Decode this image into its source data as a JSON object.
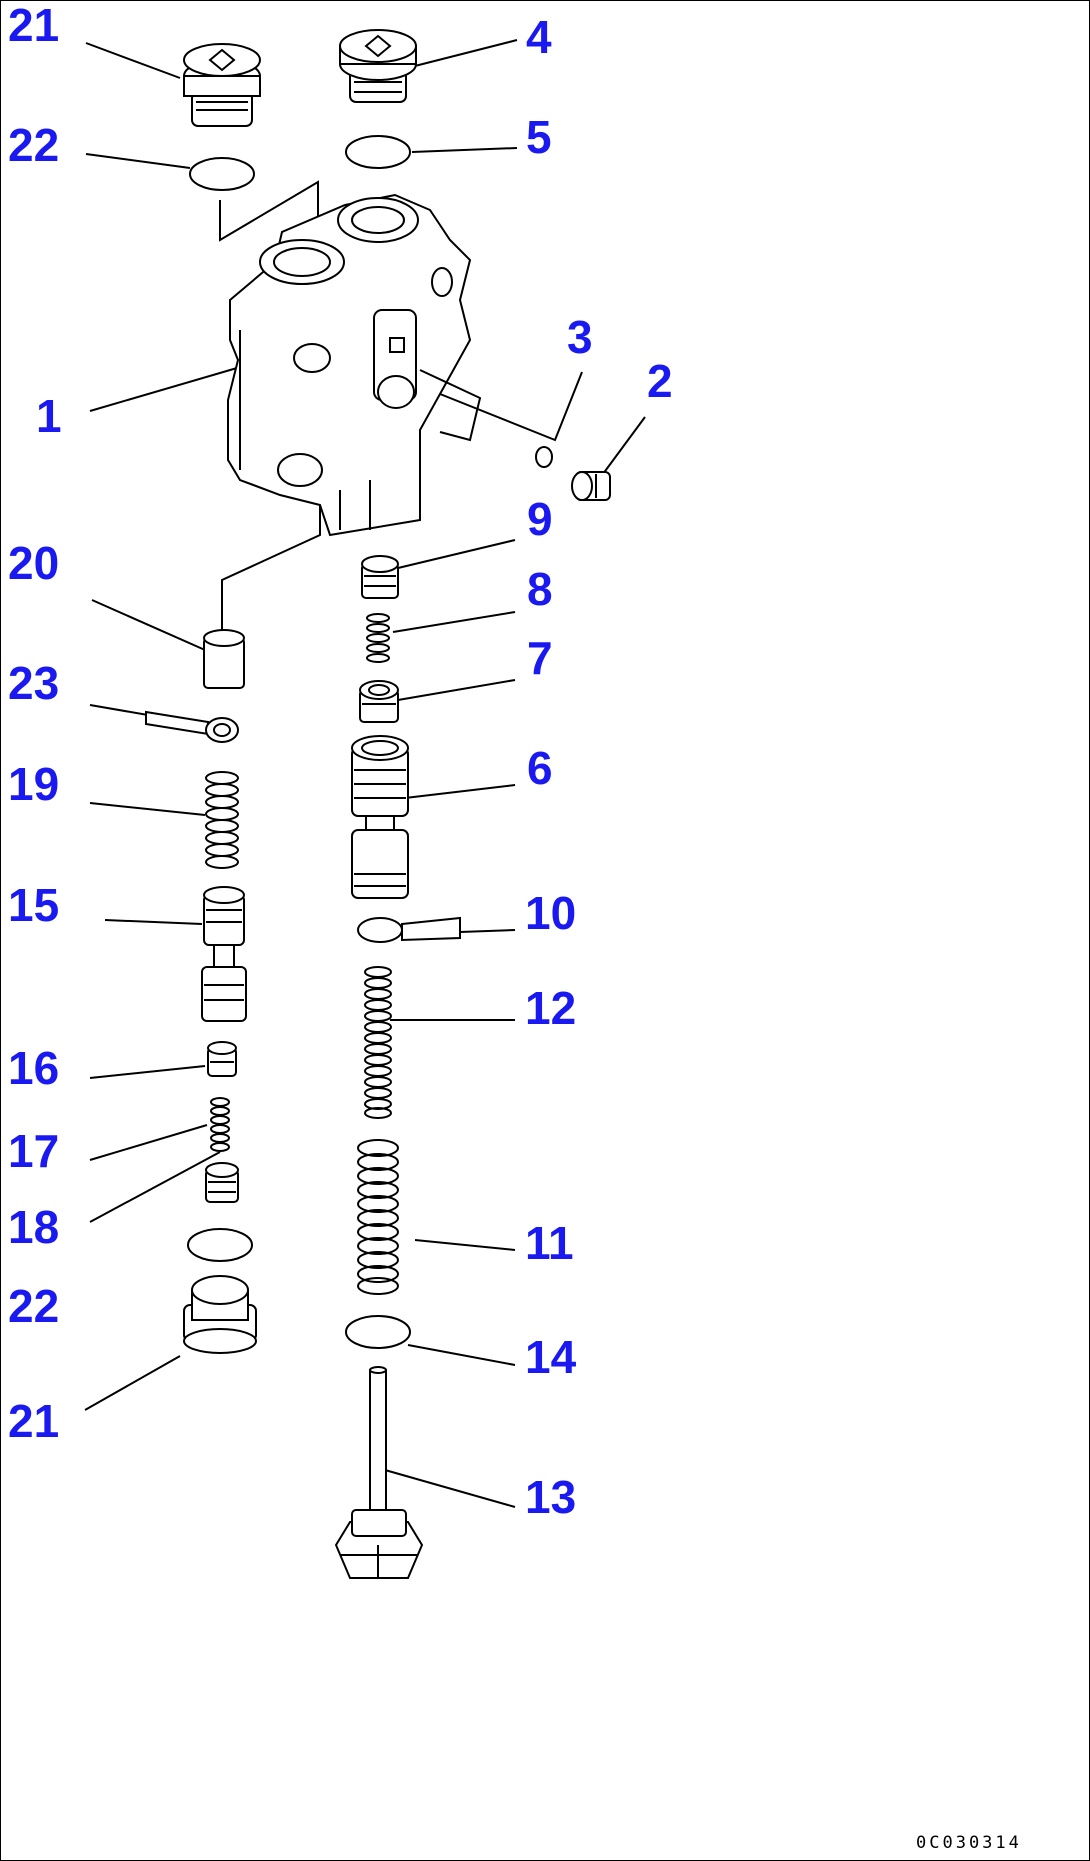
{
  "diagram": {
    "drawing_code": "0C030314",
    "label_color": "#1a1af0",
    "callouts": [
      {
        "id": "c21_top",
        "label": "21"
      },
      {
        "id": "c22_top",
        "label": "22"
      },
      {
        "id": "c4",
        "label": "4"
      },
      {
        "id": "c5",
        "label": "5"
      },
      {
        "id": "c3",
        "label": "3"
      },
      {
        "id": "c2",
        "label": "2"
      },
      {
        "id": "c1",
        "label": "1"
      },
      {
        "id": "c9",
        "label": "9"
      },
      {
        "id": "c20",
        "label": "20"
      },
      {
        "id": "c8",
        "label": "8"
      },
      {
        "id": "c7",
        "label": "7"
      },
      {
        "id": "c23",
        "label": "23"
      },
      {
        "id": "c6",
        "label": "6"
      },
      {
        "id": "c19",
        "label": "19"
      },
      {
        "id": "c15",
        "label": "15"
      },
      {
        "id": "c10",
        "label": "10"
      },
      {
        "id": "c12",
        "label": "12"
      },
      {
        "id": "c16",
        "label": "16"
      },
      {
        "id": "c17",
        "label": "17"
      },
      {
        "id": "c18",
        "label": "18"
      },
      {
        "id": "c11",
        "label": "11"
      },
      {
        "id": "c22_bottom",
        "label": "22"
      },
      {
        "id": "c14",
        "label": "14"
      },
      {
        "id": "c21_bottom",
        "label": "21"
      },
      {
        "id": "c13",
        "label": "13"
      }
    ]
  }
}
